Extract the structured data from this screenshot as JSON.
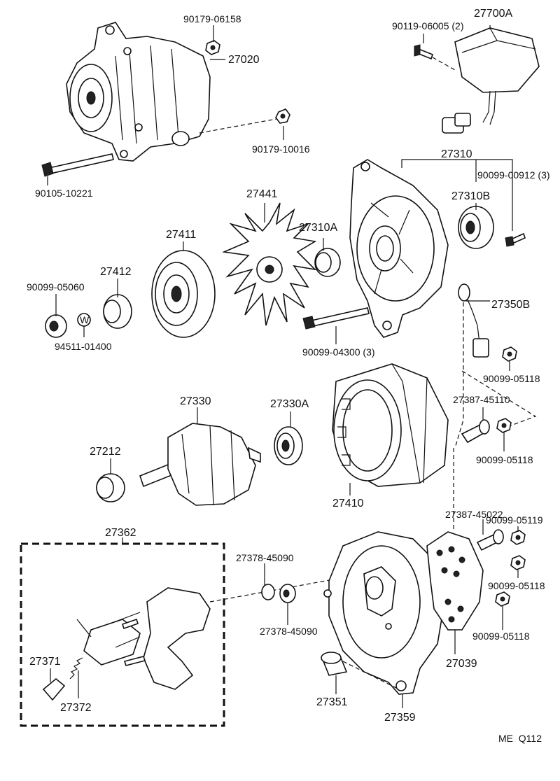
{
  "labels": {
    "p27020": "27020",
    "p90179_06158": "90179-06158",
    "p90179_10016": "90179-10016",
    "p90105_10221": "90105-10221",
    "p27700A": "27700A",
    "p90119_06005": "90119-06005 (2)",
    "p27310": "27310",
    "p90099_00912": "90099-00912 (3)",
    "p27310B": "27310B",
    "p27441": "27441",
    "p27411": "27411",
    "p27310A": "27310A",
    "p27412": "27412",
    "p90099_05060": "90099-05060",
    "p94511_01400": "94511-01400",
    "washer_mark": "W",
    "p90099_04300": "90099-04300 (3)",
    "p27350B": "27350B",
    "p90099_05118_a": "90099-05118",
    "p27330": "27330",
    "p27330A": "27330A",
    "p27387_45110": "27387-45110",
    "p27212": "27212",
    "p90099_05118_b": "90099-05118",
    "p27410": "27410",
    "p27362": "27362",
    "p27387_45022": "27387-45022",
    "p90099_05119": "90099-05119",
    "p27378_45090_a": "27378-45090",
    "p90099_05118_c": "90099-05118",
    "p27378_45090_b": "27378-45090",
    "p90099_05118_d": "90099-05118",
    "p27371": "27371",
    "p27039": "27039",
    "p27351": "27351",
    "p27372": "27372",
    "p27359": "27359",
    "footer_code": "ME  Q112"
  }
}
